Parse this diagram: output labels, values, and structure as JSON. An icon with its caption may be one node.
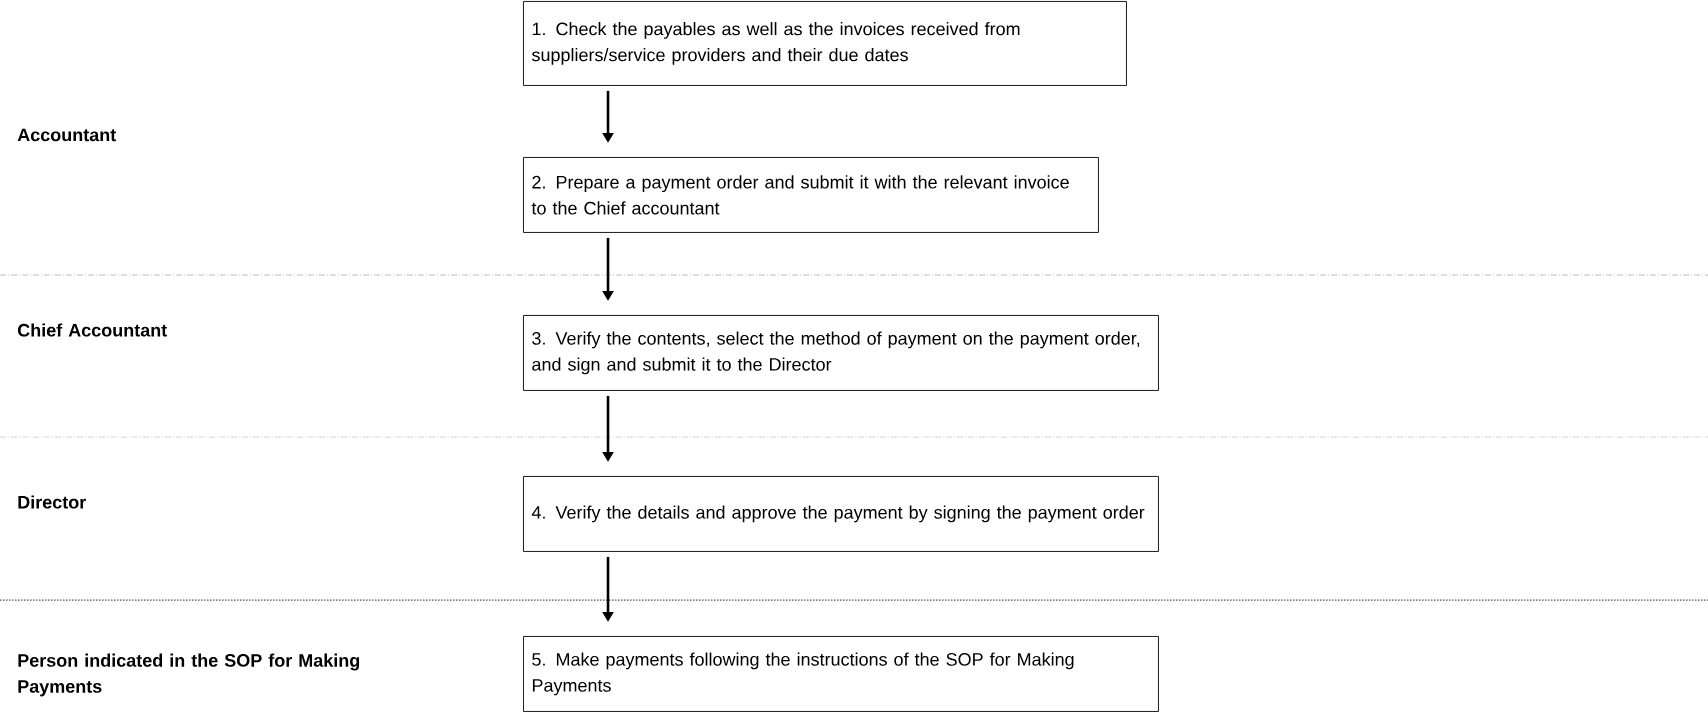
{
  "diagram": {
    "nodes": [
      {
        "text": [
          "1. Check the payables as well as the invoices received from suppliers/service providers and their due dates"
        ]
      },
      {
        "text": [
          "2. Prepare a payment order and submit it with the relevant invoice to the Chief accountant"
        ]
      },
      {
        "text": [
          "3. Verify the contents, select the method of payment on the payment order, and sign and submit it to the Director"
        ]
      },
      {
        "text": [
          "4. Verify the details and approve the payment by signing the payment order"
        ]
      },
      {
        "text": [
          "5. Make payments following the instructions of the SOP for Making Payments"
        ]
      }
    ],
    "edges": [
      {
        "from": 0,
        "to": 1,
        "arrow": "to"
      },
      {
        "from": 1,
        "to": 2,
        "arrow": "to"
      },
      {
        "from": 2,
        "to": 3,
        "arrow": "to"
      },
      {
        "from": 3,
        "to": 4,
        "arrow": "to"
      }
    ],
    "labels": [
      "Accountant",
      "Chief Accountant",
      "Director",
      "Person indicated in the SOP for Making Payments"
    ]
  }
}
